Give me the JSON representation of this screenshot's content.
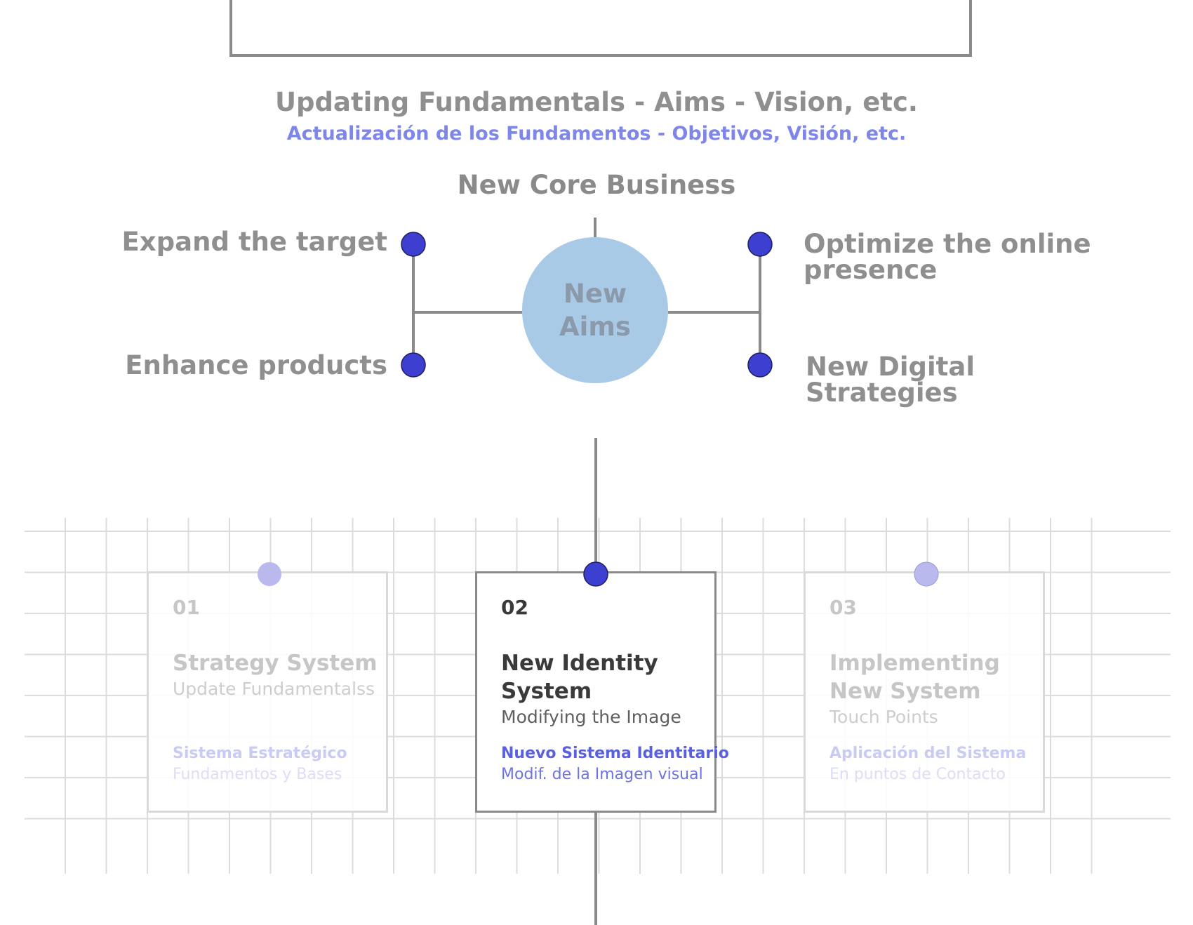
{
  "heading": {
    "english": "Updating Fundamentals - Aims - Vision, etc.",
    "spanish": "Actualización de los Fundamentos - Objetivos, Visión, etc."
  },
  "core_business": "New Core Business",
  "center": {
    "line1": "New",
    "line2": "Aims"
  },
  "aims": {
    "top_left": "Expand the target",
    "bottom_left": "Enhance products",
    "top_right_line1": "Optimize the online",
    "top_right_line2": "presence",
    "bottom_right_line1": "New Digital",
    "bottom_right_line2": "Strategies"
  },
  "cards": [
    {
      "number": "01",
      "title_line1": "Strategy System",
      "title_line2": "",
      "subtitle": "Update Fundamentalss",
      "spanish_title": "Sistema Estratégico",
      "spanish_subtitle": "Fundamentos y Bases",
      "active": false
    },
    {
      "number": "02",
      "title_line1": "New Identity",
      "title_line2": "System",
      "subtitle": "Modifying the Image",
      "spanish_title": "Nuevo Sistema Identitario",
      "spanish_subtitle": "Modif. de la Imagen visual",
      "active": true
    },
    {
      "number": "03",
      "title_line1": "Implementing",
      "title_line2": "New System",
      "subtitle": "Touch Points",
      "spanish_title": "Aplicación del Sistema",
      "spanish_subtitle": "En puntos de Contacto",
      "active": false
    }
  ],
  "colors": {
    "node": "#3c3fcf",
    "node_faded": "#b9b9ee",
    "circle": "#a8cae6",
    "line": "#8a8a8a",
    "accent_text": "#7f86ea"
  }
}
